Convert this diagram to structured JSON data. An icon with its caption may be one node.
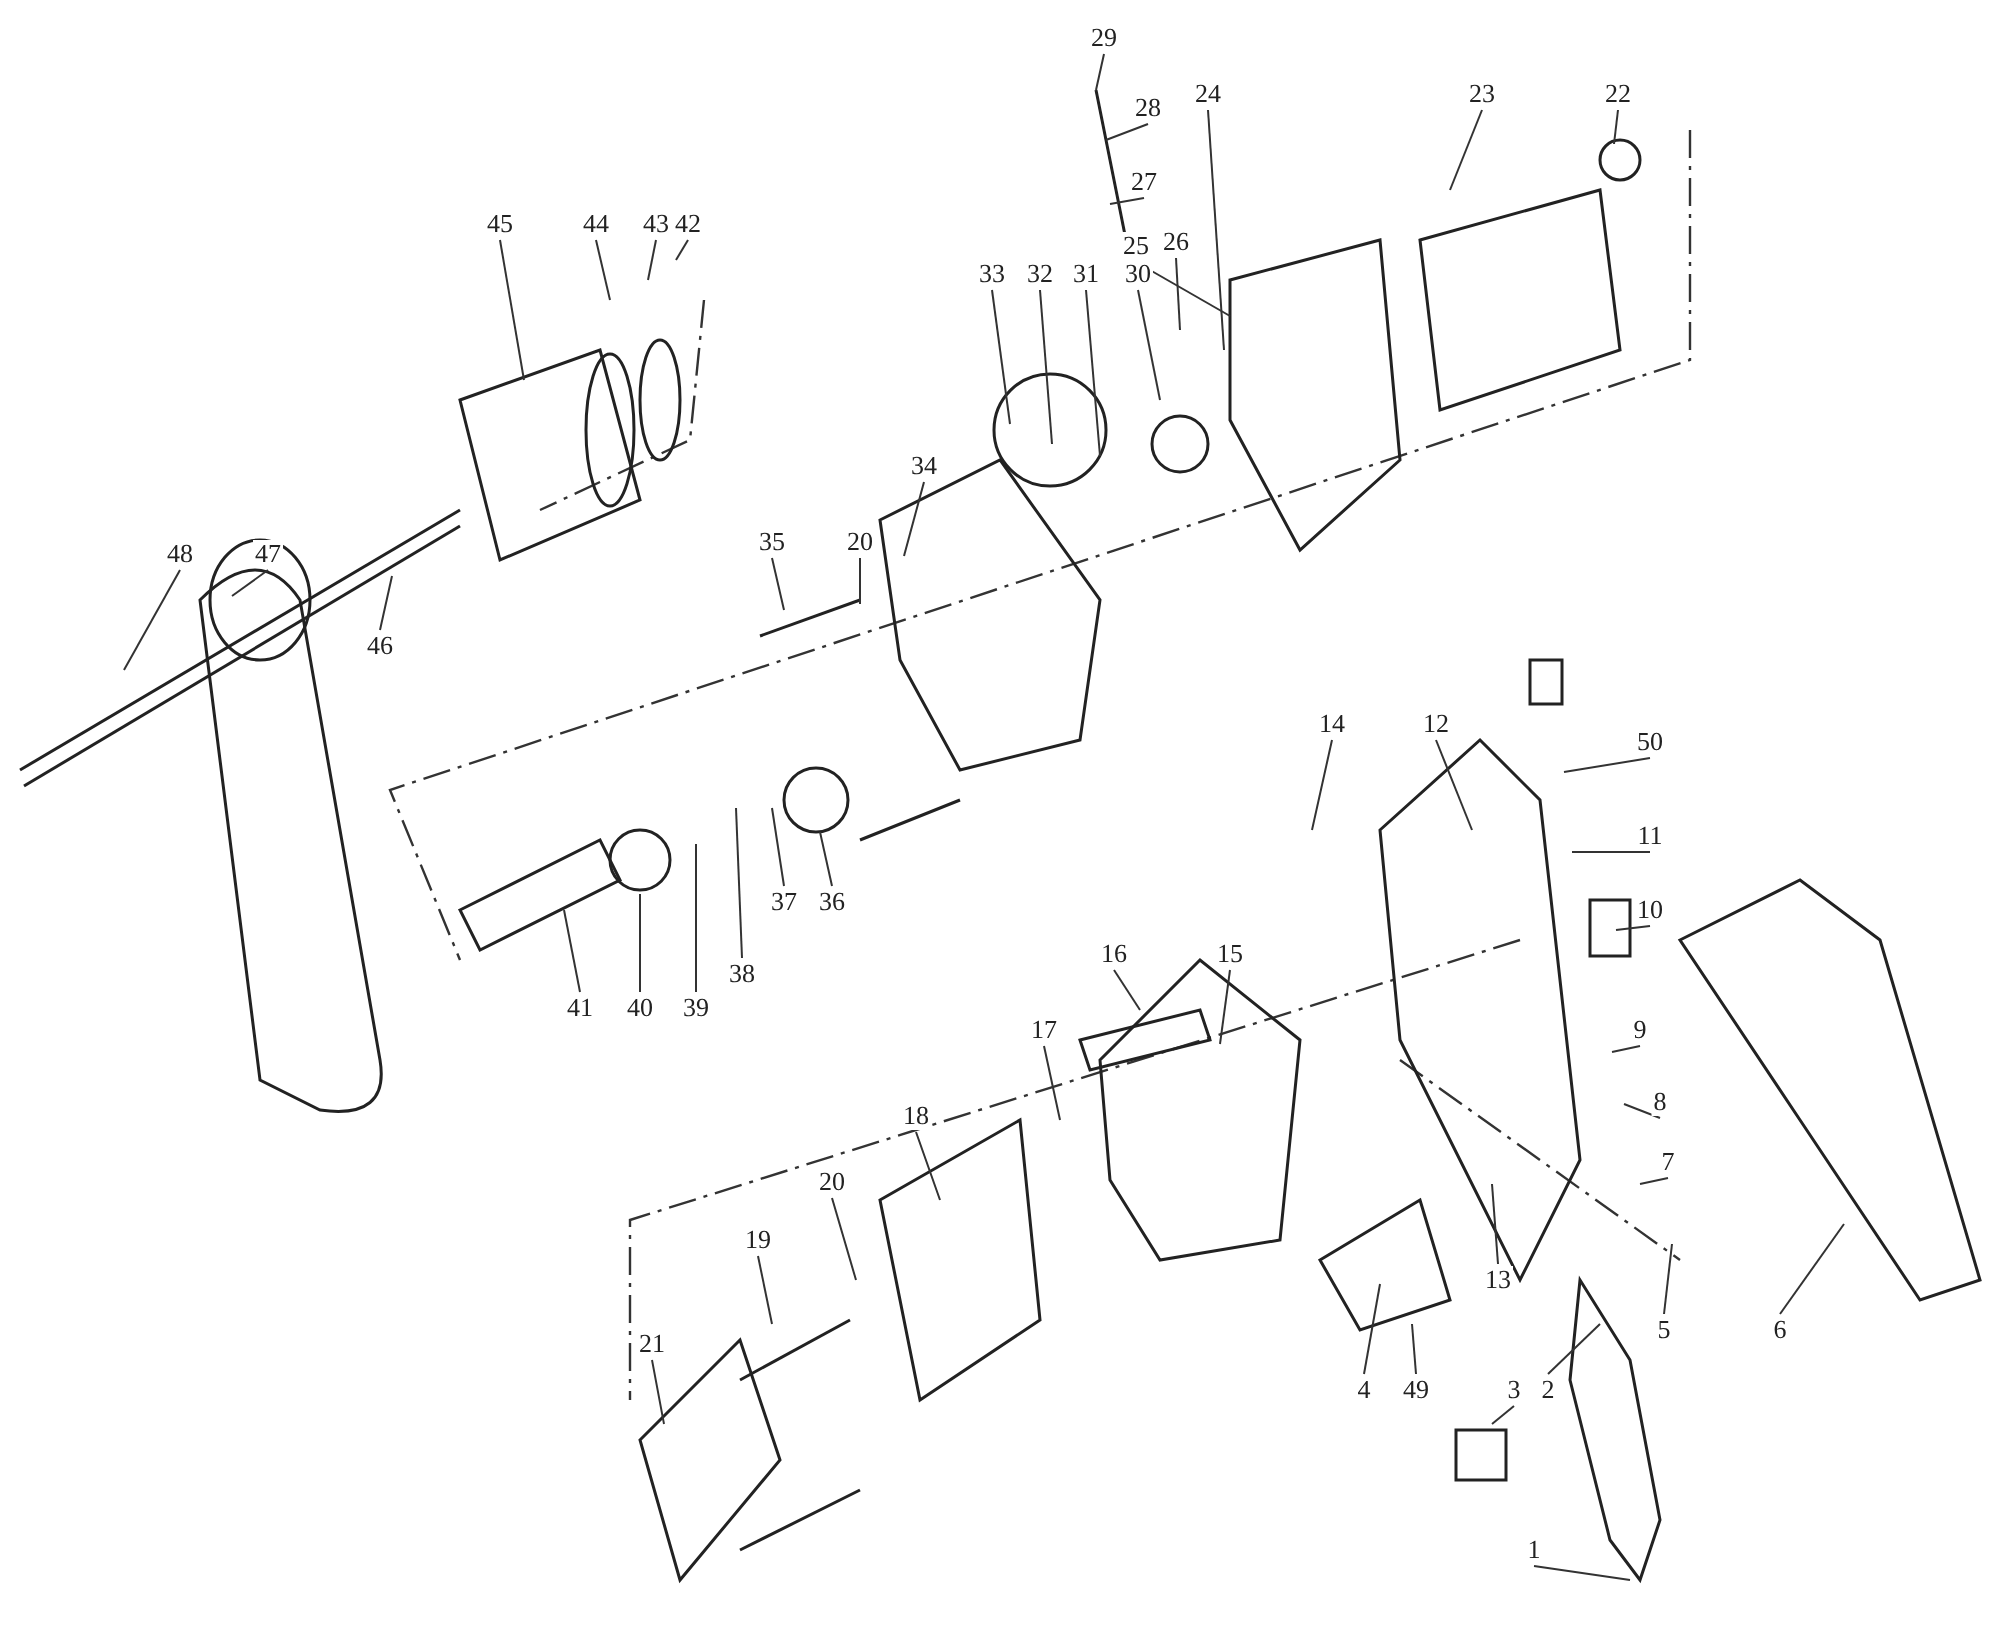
{
  "diagram": {
    "nodes": [
      {
        "text": [
          "29"
        ]
      },
      {
        "text": [
          "22"
        ]
      },
      {
        "text": [
          "23"
        ]
      },
      {
        "text": [
          "24"
        ]
      },
      {
        "text": [
          "28"
        ]
      },
      {
        "text": [
          "27"
        ]
      },
      {
        "text": [
          "42"
        ]
      },
      {
        "text": [
          "43"
        ]
      },
      {
        "text": [
          "44"
        ]
      },
      {
        "text": [
          "45"
        ]
      },
      {
        "text": [
          "26"
        ]
      },
      {
        "text": [
          "25"
        ]
      },
      {
        "text": [
          "30"
        ]
      },
      {
        "text": [
          "31"
        ]
      },
      {
        "text": [
          "32"
        ]
      },
      {
        "text": [
          "33"
        ]
      },
      {
        "text": [
          "34"
        ]
      },
      {
        "text": [
          "20"
        ]
      },
      {
        "text": [
          "35"
        ]
      },
      {
        "text": [
          "48"
        ]
      },
      {
        "text": [
          "47"
        ]
      },
      {
        "text": [
          "46"
        ]
      },
      {
        "text": [
          "36"
        ]
      },
      {
        "text": [
          "37"
        ]
      },
      {
        "text": [
          "38"
        ]
      },
      {
        "text": [
          "50"
        ]
      },
      {
        "text": [
          "14"
        ]
      },
      {
        "text": [
          "12"
        ]
      },
      {
        "text": [
          "11"
        ]
      },
      {
        "text": [
          "10"
        ]
      },
      {
        "text": [
          "16"
        ]
      },
      {
        "text": [
          "15"
        ]
      },
      {
        "text": [
          "41"
        ]
      },
      {
        "text": [
          "40"
        ]
      },
      {
        "text": [
          "39"
        ]
      },
      {
        "text": [
          "9"
        ]
      },
      {
        "text": [
          "17"
        ]
      },
      {
        "text": [
          "8"
        ]
      },
      {
        "text": [
          "18"
        ]
      },
      {
        "text": [
          "7"
        ]
      },
      {
        "text": [
          "20"
        ]
      },
      {
        "text": [
          "19"
        ]
      },
      {
        "text": [
          "5"
        ]
      },
      {
        "text": [
          "6"
        ]
      },
      {
        "text": [
          "13"
        ]
      },
      {
        "text": [
          "21"
        ]
      },
      {
        "text": [
          "4"
        ]
      },
      {
        "text": [
          "49"
        ]
      },
      {
        "text": [
          "3"
        ]
      },
      {
        "text": [
          "2"
        ]
      },
      {
        "text": [
          "1"
        ]
      }
    ],
    "edges": [
      {
        "from": 0,
        "to": null,
        "arrow": "none"
      },
      {
        "from": 1,
        "to": null,
        "arrow": "none"
      },
      {
        "from": 2,
        "to": null,
        "arrow": "none"
      },
      {
        "from": 3,
        "to": null,
        "arrow": "none"
      },
      {
        "from": 4,
        "to": null,
        "arrow": "none"
      },
      {
        "from": 5,
        "to": null,
        "arrow": "none"
      },
      {
        "from": 6,
        "to": null,
        "arrow": "none"
      },
      {
        "from": 7,
        "to": null,
        "arrow": "none"
      },
      {
        "from": 8,
        "to": null,
        "arrow": "none"
      },
      {
        "from": 9,
        "to": null,
        "arrow": "none"
      },
      {
        "from": 10,
        "to": null,
        "arrow": "none"
      },
      {
        "from": 11,
        "to": null,
        "arrow": "none"
      },
      {
        "from": 12,
        "to": null,
        "arrow": "none"
      },
      {
        "from": 13,
        "to": null,
        "arrow": "none"
      },
      {
        "from": 14,
        "to": null,
        "arrow": "none"
      },
      {
        "from": 15,
        "to": null,
        "arrow": "none"
      },
      {
        "from": 16,
        "to": null,
        "arrow": "none"
      },
      {
        "from": 17,
        "to": null,
        "arrow": "none"
      },
      {
        "from": 18,
        "to": null,
        "arrow": "none"
      },
      {
        "from": 19,
        "to": null,
        "arrow": "none"
      },
      {
        "from": 20,
        "to": null,
        "arrow": "none"
      },
      {
        "from": 21,
        "to": null,
        "arrow": "none"
      },
      {
        "from": 22,
        "to": null,
        "arrow": "none"
      },
      {
        "from": 23,
        "to": null,
        "arrow": "none"
      },
      {
        "from": 24,
        "to": null,
        "arrow": "none"
      },
      {
        "from": 25,
        "to": null,
        "arrow": "none"
      },
      {
        "from": 26,
        "to": null,
        "arrow": "none"
      },
      {
        "from": 27,
        "to": null,
        "arrow": "none"
      },
      {
        "from": 28,
        "to": null,
        "arrow": "none"
      },
      {
        "from": 29,
        "to": null,
        "arrow": "none"
      },
      {
        "from": 30,
        "to": null,
        "arrow": "none"
      },
      {
        "from": 31,
        "to": null,
        "arrow": "none"
      },
      {
        "from": 32,
        "to": null,
        "arrow": "none"
      },
      {
        "from": 33,
        "to": null,
        "arrow": "none"
      },
      {
        "from": 34,
        "to": null,
        "arrow": "none"
      },
      {
        "from": 35,
        "to": null,
        "arrow": "none"
      },
      {
        "from": 36,
        "to": null,
        "arrow": "none"
      },
      {
        "from": 37,
        "to": null,
        "arrow": "none"
      },
      {
        "from": 38,
        "to": null,
        "arrow": "none"
      },
      {
        "from": 39,
        "to": null,
        "arrow": "none"
      },
      {
        "from": 40,
        "to": null,
        "arrow": "none"
      },
      {
        "from": 41,
        "to": null,
        "arrow": "none"
      },
      {
        "from": 42,
        "to": null,
        "arrow": "none"
      },
      {
        "from": 43,
        "to": null,
        "arrow": "none"
      },
      {
        "from": 44,
        "to": null,
        "arrow": "none"
      },
      {
        "from": 45,
        "to": null,
        "arrow": "none"
      },
      {
        "from": 46,
        "to": null,
        "arrow": "none"
      },
      {
        "from": 47,
        "to": null,
        "arrow": "none"
      },
      {
        "from": 48,
        "to": null,
        "arrow": "none"
      },
      {
        "from": 49,
        "to": null,
        "arrow": "none"
      },
      {
        "from": 50,
        "to": null,
        "arrow": "none"
      }
    ]
  }
}
